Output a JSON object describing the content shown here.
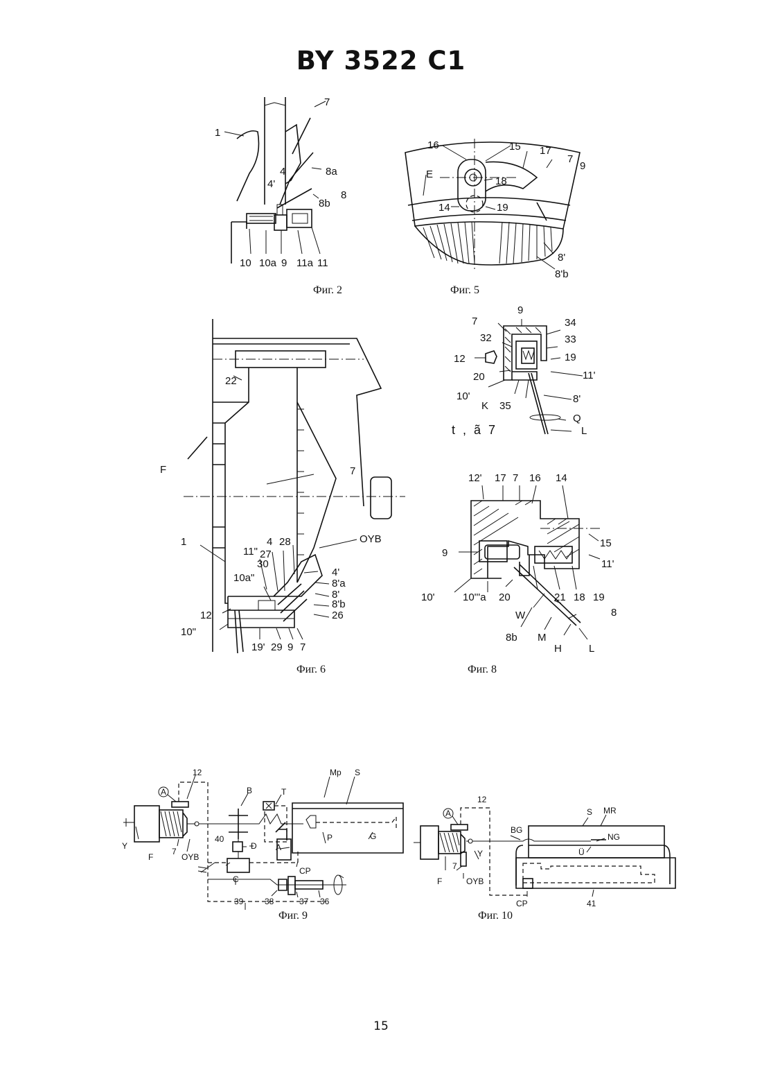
{
  "document": {
    "title": "BY 3522 C1",
    "page_number": "15"
  },
  "figures": {
    "fig2": {
      "caption": "Фиг. 2",
      "labels": {
        "l7": "7",
        "l1": "1",
        "l4": "4",
        "l4p": "4'",
        "l8a": "8a",
        "l8": "8",
        "l8b": "8b",
        "l10": "10",
        "l10a": "10a",
        "l9": "9",
        "l11a": "11a",
        "l11": "11"
      }
    },
    "fig5": {
      "caption": "Фиг. 5",
      "labels": {
        "l16": "16",
        "l15": "15",
        "l17": "17",
        "l7": "7",
        "l9": "9",
        "lE": "E",
        "l18": "18",
        "l14": "14",
        "l19": "19",
        "l8p": "8'",
        "l8pb": "8'b"
      }
    },
    "fig6": {
      "caption": "Фиг. 6",
      "labels": {
        "l22": "22",
        "lF": "F",
        "l7": "7",
        "lOYB": "OYB",
        "l1": "1",
        "l11pp": "11\"",
        "l4": "4",
        "l28": "28",
        "l27": "27",
        "l30": "30",
        "l10pa": "10a\"",
        "l4p": "4'",
        "l8pa": "8'a",
        "l8p": "8'",
        "l8pb": "8'b",
        "l26": "26",
        "l12p": "12'",
        "l10pp": "10\"",
        "l19p": "19'",
        "l29": "29",
        "l9": "9",
        "l7b": "7"
      }
    },
    "fig7": {
      "caption": "t , ã 7",
      "labels": {
        "l9": "9",
        "l7": "7",
        "l34": "34",
        "l32": "32",
        "l33": "33",
        "l12": "12",
        "l19": "19",
        "l20": "20",
        "l11p": "11'",
        "l10p": "10'",
        "lK": "K",
        "l35": "35",
        "l8p": "8'",
        "lQ": "Q",
        "lL": "L"
      }
    },
    "fig8": {
      "caption": "Фиг. 8",
      "labels": {
        "l12p": "12'",
        "l17": "17",
        "l7": "7",
        "l16": "16",
        "l14": "14",
        "l15": "15",
        "l9": "9",
        "l11p": "11'",
        "l10p": "10'",
        "l10ppa": "10'''a",
        "l20": "20",
        "l21": "21",
        "l18": "18",
        "l19": "19",
        "lW": "W",
        "l8": "8",
        "l8b": "8b",
        "lM": "M",
        "lH": "H",
        "lL": "L"
      }
    },
    "fig9": {
      "caption": "Фиг. 9",
      "labels": {
        "l12": "12",
        "lMp": "Mp",
        "lS": "S",
        "lA1": "A",
        "lB": "B",
        "lT": "T",
        "lY": "Y",
        "l7": "7",
        "lF": "F",
        "lOYB": "OYB",
        "l40": "40",
        "lD": "D",
        "lA2": "A",
        "lP": "P",
        "lG": "G",
        "lCP": "CP",
        "lC": "C",
        "l39": "39",
        "l38": "38",
        "l37": "37",
        "l36": "36"
      }
    },
    "fig10": {
      "caption": "Фиг. 10",
      "labels": {
        "l12": "12",
        "lA": "A",
        "lS": "S",
        "lMr": "MR",
        "lBG": "BG",
        "lNG": "NG",
        "lU": "Ü",
        "lF": "F",
        "l7": "7",
        "lY": "Y",
        "lOYB": "OYB",
        "lCP": "CP",
        "l41": "41"
      }
    }
  }
}
